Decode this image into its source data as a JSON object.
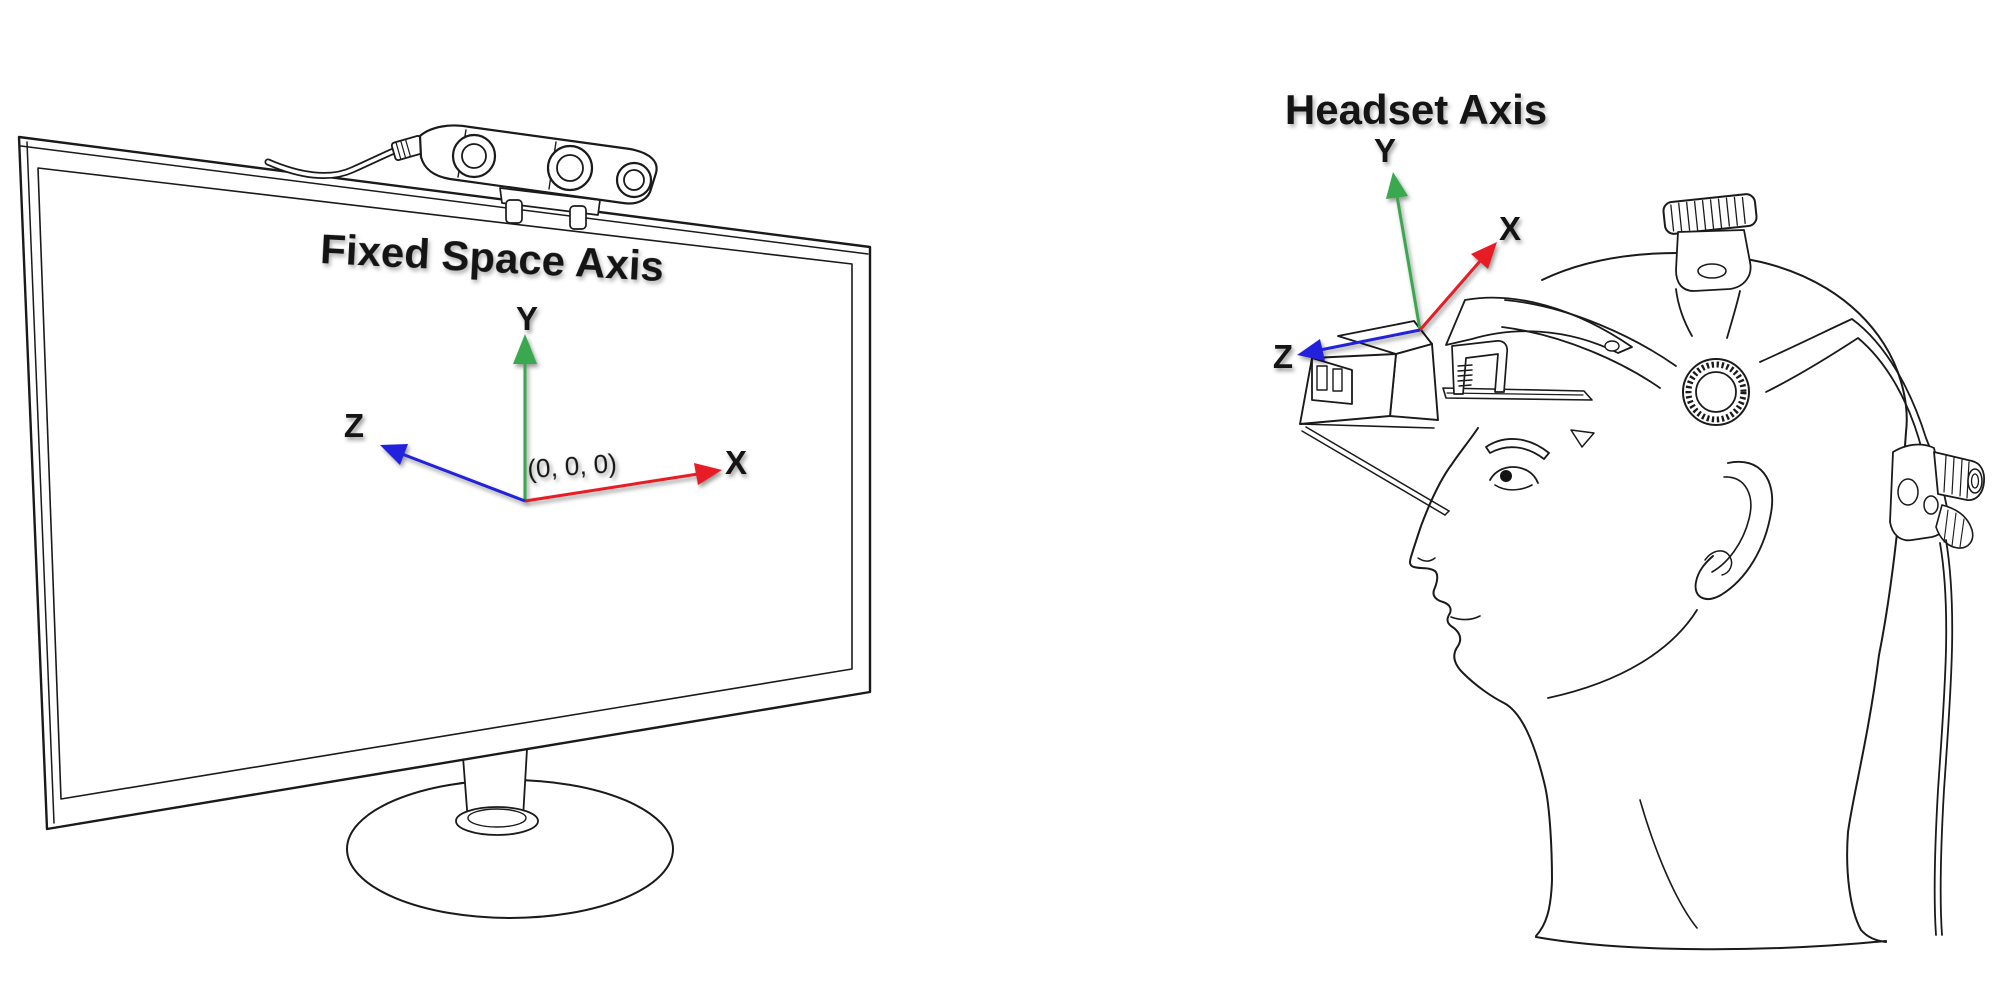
{
  "left_figure": {
    "title": "Fixed Space Axis",
    "origin_label": "(0, 0, 0)",
    "axes": {
      "x": "X",
      "y": "Y",
      "z": "Z"
    }
  },
  "right_figure": {
    "title": "Headset Axis",
    "axes": {
      "x": "X",
      "y": "Y",
      "z": "Z"
    }
  },
  "colors": {
    "x_axis": "#e81c24",
    "y_axis": "#3aa84e",
    "z_axis": "#2222dd",
    "outline": "#1a1a1a",
    "camera_mount_tint": "#d9ebf8",
    "background": "#ffffff"
  }
}
